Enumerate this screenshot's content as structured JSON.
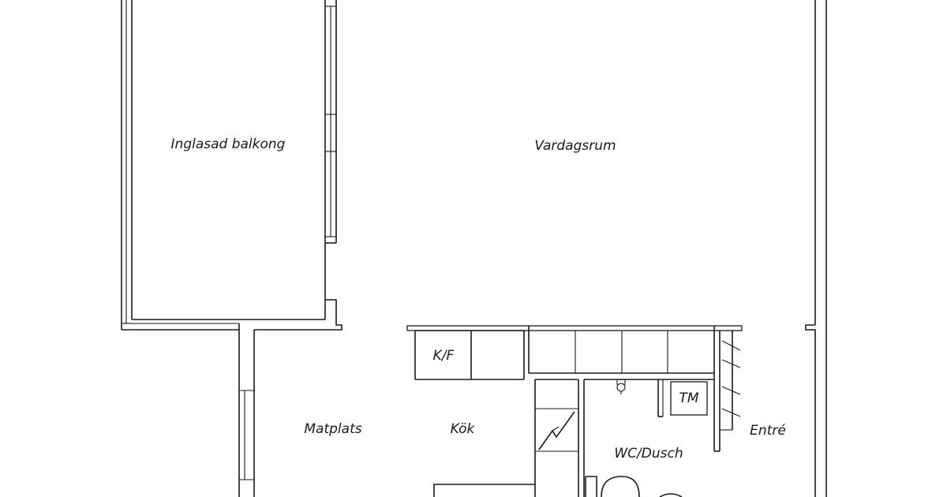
{
  "floorplan": {
    "rooms": {
      "balcony": "Inglasad balkong",
      "living_room": "Vardagsrum",
      "dining": "Matplats",
      "kitchen": "Kök",
      "bathroom": "WC/Dusch",
      "entrance": "Entré"
    },
    "appliances": {
      "fridge_freezer": "K/F",
      "washing_machine": "TM"
    }
  }
}
